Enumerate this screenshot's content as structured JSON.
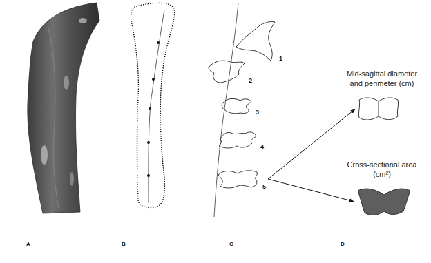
{
  "diagram": {
    "nodes": [
      {
        "text": [
          "1"
        ]
      },
      {
        "text": [
          "2"
        ]
      },
      {
        "text": [
          "3"
        ]
      },
      {
        "text": [
          "4"
        ]
      },
      {
        "text": [
          "5"
        ]
      },
      {
        "text": [
          "Mid-sagittal diameter and perimeter (cm)"
        ]
      },
      {
        "text": [
          "Cross-sectional area (cm²)"
        ]
      }
    ],
    "edges": [
      {
        "from": 4,
        "to": 5,
        "arrow": "to"
      },
      {
        "from": 4,
        "to": 6,
        "arrow": "to"
      }
    ],
    "labels": [
      "A",
      "B",
      "C",
      "D"
    ]
  }
}
